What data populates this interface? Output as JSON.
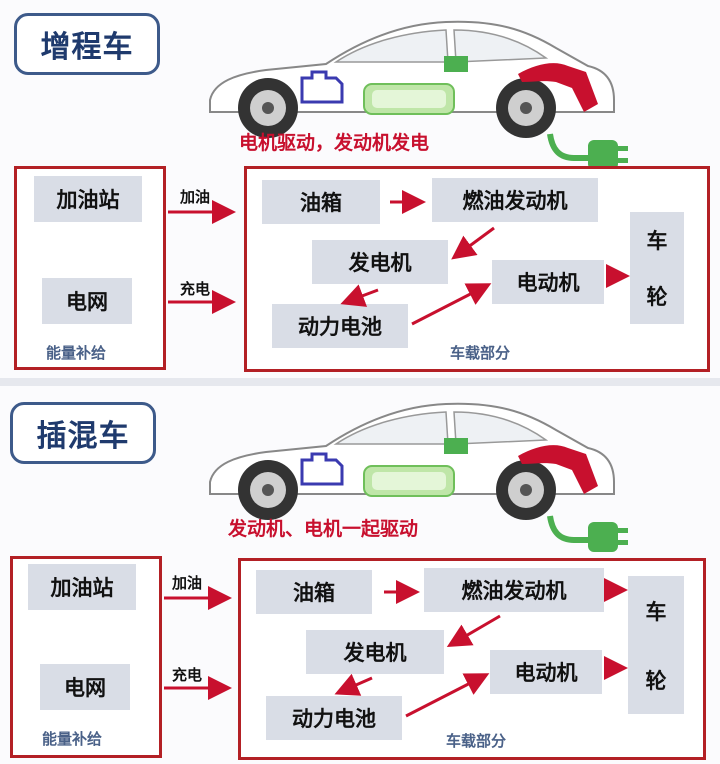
{
  "top": {
    "title": "增程车",
    "caption": "电机驱动，发动机发电",
    "supply": {
      "station": "加油站",
      "grid": "电网",
      "label": "能量补给"
    },
    "flows": {
      "fuel": "加油",
      "charge": "充电"
    },
    "onboard": {
      "tank": "油箱",
      "engine": "燃油发动机",
      "generator": "发电机",
      "motor": "电动机",
      "battery": "动力电池",
      "wheel_1": "车",
      "wheel_2": "轮",
      "label": "车载部分"
    }
  },
  "bottom": {
    "title": "插混车",
    "caption": "发动机、电机一起驱动",
    "supply": {
      "station": "加油站",
      "grid": "电网",
      "label": "能量补给"
    },
    "flows": {
      "fuel": "加油",
      "charge": "充电"
    },
    "onboard": {
      "tank": "油箱",
      "engine": "燃油发动机",
      "generator": "发电机",
      "motor": "电动机",
      "battery": "动力电池",
      "wheel_1": "车",
      "wheel_2": "轮",
      "label": "车载部分"
    }
  },
  "colors": {
    "frame": "#b32025",
    "arrow": "#c8102e",
    "node": "#d9dde6",
    "title": "#1f3a6d",
    "plug": "#4caf50",
    "nozzle": "#c8102e"
  },
  "icons": [
    "car-illustration",
    "engine-icon",
    "battery-pack-icon",
    "plug-icon",
    "fuel-nozzle-icon"
  ]
}
